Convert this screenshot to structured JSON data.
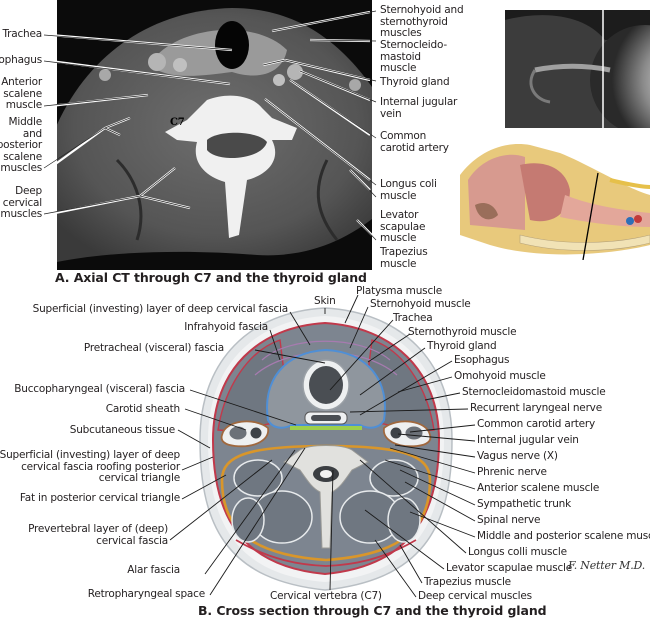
{
  "panel_a": {
    "caption": "A. Axial CT through C7 and the thyroid gland",
    "vertebra_label": "C7",
    "left_labels": [
      [
        "Trachea"
      ],
      [
        "Esophagus"
      ],
      [
        "Anterior",
        "scalene",
        "muscle"
      ],
      [
        "Middle",
        "and",
        "posterior",
        "scalene",
        "muscles"
      ],
      [
        "Deep",
        "cervical",
        "muscles"
      ]
    ],
    "right_labels": [
      [
        "Sternohyoid and",
        "sternothyroid",
        "muscles"
      ],
      [
        "Sternocleido-",
        "mastoid",
        "muscle"
      ],
      [
        "Thyroid gland"
      ],
      [
        "Internal jugular",
        "vein"
      ],
      [
        "Common",
        "carotid artery"
      ],
      [
        "Longus coli",
        "muscle"
      ],
      [
        "Levator",
        "scapulae",
        "muscle"
      ],
      [
        "Trapezius",
        "muscle"
      ]
    ]
  },
  "insets": {
    "xray": "lateral-neck-radiograph",
    "sagittal": "sagittal-head-neck-illustration"
  },
  "panel_b": {
    "caption": "B. Cross section through C7 and the thyroid gland",
    "top_labels": {
      "skin": "Skin",
      "platysma": "Platysma muscle",
      "superficial_layer": "Superficial (investing) layer of deep cervical fascia",
      "infrahyoid": "Infrahyoid fascia"
    },
    "left_labels": [
      [
        "Pretracheal (visceral) fascia"
      ],
      [
        "Buccopharyngeal (visceral) fascia"
      ],
      [
        "Carotid sheath"
      ],
      [
        "Subcutaneous tissue"
      ],
      [
        "Superficial (investing) layer of deep",
        "cervical fascia roofing posterior",
        "cervical triangle"
      ],
      [
        "Fat in posterior cervical triangle"
      ],
      [
        "Prevertebral layer of (deep)",
        "cervical fascia"
      ],
      [
        "Alar fascia"
      ],
      [
        "Retropharyngeal space"
      ]
    ],
    "right_labels": [
      "Sternohyoid muscle",
      "Trachea",
      "Sternothyroid muscle",
      "Thyroid gland",
      "Esophagus",
      "Omohyoid muscle",
      "Sternocleidomastoid muscle",
      "Recurrent laryngeal nerve",
      "Common carotid artery",
      "Internal jugular vein",
      "Vagus nerve (X)",
      "Phrenic nerve",
      "Anterior scalene muscle",
      "Sympathetic trunk",
      "Spinal nerve",
      "Middle and posterior scalene muscles",
      "Longus colli muscle",
      "Levator scapulae muscle",
      "Trapezius muscle",
      "Deep cervical muscles"
    ],
    "bottom_label": "Cervical vertebra (C7)",
    "signature": "F. Netter M.D."
  },
  "colors": {
    "ct_background": "#0b0b0b",
    "muscle_gray": "#7d8590",
    "investing_fascia_red": "#c1394b",
    "pretracheal_blue": "#4f8fd6",
    "prevertebral_orange": "#d9962a",
    "carotid_sheath_brown": "#a0683e",
    "buccopharyngeal_green": "#9ccf4b",
    "infrahyoid_purple": "#a77bb0",
    "skin_light": "#dfe3e6"
  }
}
